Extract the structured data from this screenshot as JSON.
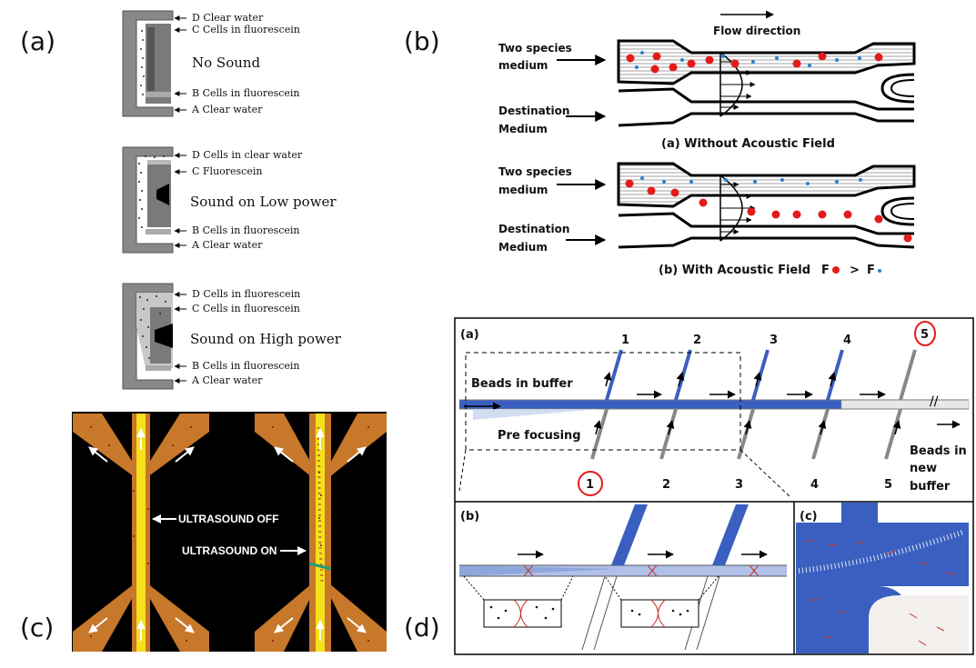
{
  "panel_letters": {
    "a": "(a)",
    "b": "(b)",
    "c": "(c)",
    "d": "(d)"
  },
  "panel_a": {
    "box1": {
      "label_d": "D  Clear water",
      "label_c": "C  Cells in fluorescein",
      "title": "No Sound",
      "label_b": "B  Cells in fluorescein",
      "label_a": "A  Clear water"
    },
    "box2": {
      "label_d": "D  Cells in clear water",
      "label_c": "C  Fluorescein",
      "title": "Sound on Low power",
      "label_b": "B  Cells in fluorescein",
      "label_a": "A  Clear water"
    },
    "box3": {
      "label_d": "D  Cells in fluorescein",
      "label_c": "C  Cells in fluorescein",
      "title": "Sound on High power",
      "label_b": "B  Cells in fluorescein",
      "label_a": "A  Clear water"
    }
  },
  "panel_b": {
    "flow_direction": "Flow direction",
    "two_species_1": "Two species",
    "medium_1": "medium",
    "destination_1": "Destination",
    "medium_2": "Medium",
    "caption_a": "(a) Without Acoustic Field",
    "two_species_2": "Two species",
    "medium_3": "medium",
    "destination_2": "Destination",
    "medium_4": "Medium",
    "caption_b": "(b) With Acoustic Field",
    "force_f1": "F",
    "force_gt": ">",
    "force_f2": "F"
  },
  "panel_c": {
    "ultrasound_off": "ULTRASOUND OFF",
    "ultrasound_on": "ULTRASOUND ON"
  },
  "panel_d": {
    "sub_a": "(a)",
    "sub_b": "(b)",
    "sub_c": "(c)",
    "beads_in_buffer": "Beads  in buffer",
    "pre_focusing": "Pre focusing",
    "top_numbers": [
      "1",
      "2",
      "3",
      "4",
      "5"
    ],
    "bottom_numbers": [
      "1",
      "2",
      "3",
      "4",
      "5"
    ],
    "beads_in": "Beads  in",
    "new": "new",
    "buffer": "buffer"
  },
  "colors": {
    "channel_blue": "#3a5fc0",
    "particle_red": "#e31b1b",
    "particle_blue": "#2a7fd4",
    "yellow": "#f5e01a",
    "orange": "#c8782a"
  }
}
